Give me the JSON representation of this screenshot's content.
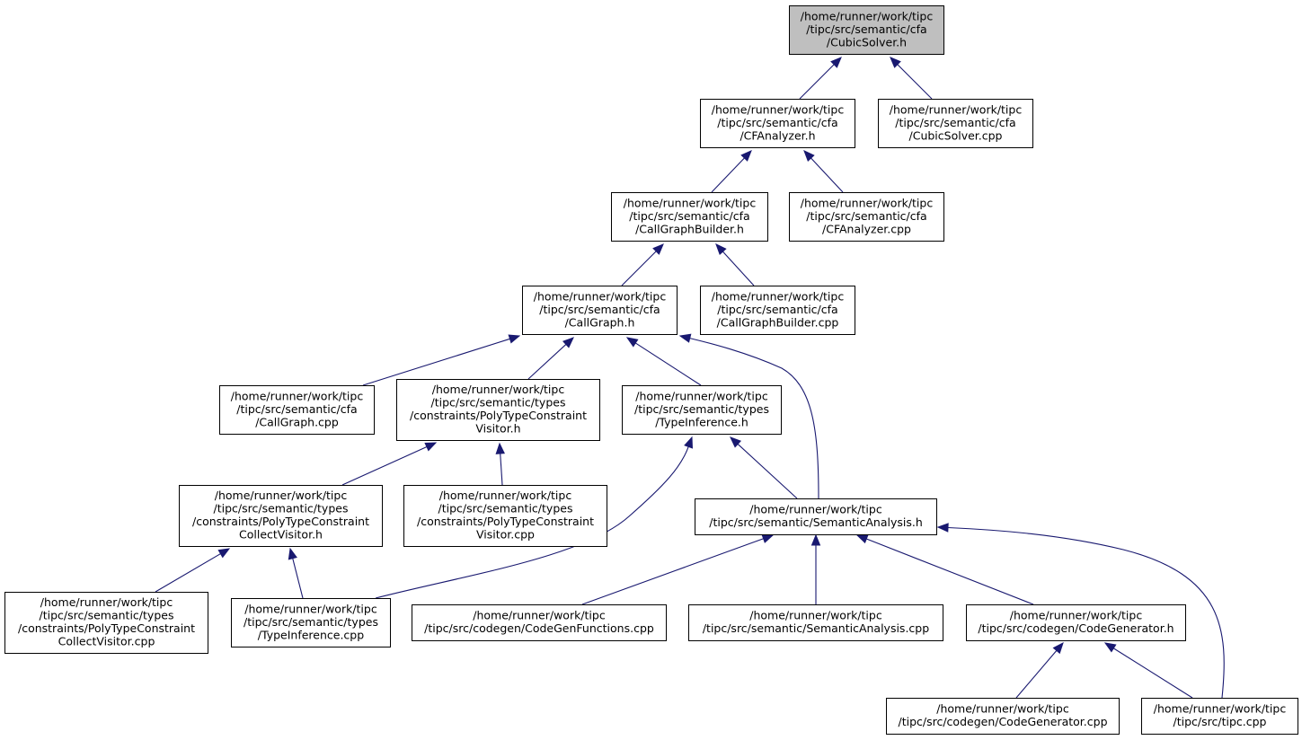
{
  "colors": {
    "edge": "#191970",
    "node_fill": "#ffffff",
    "root_fill": "#bfbfbf",
    "node_border": "#000000"
  },
  "nodes": [
    {
      "id": "cubicsolver_h",
      "lines": [
        "/home/runner/work/tipc",
        "/tipc/src/semantic/cfa",
        "/CubicSolver.h"
      ],
      "root": true
    },
    {
      "id": "cfanalyzer_h",
      "lines": [
        "/home/runner/work/tipc",
        "/tipc/src/semantic/cfa",
        "/CFAnalyzer.h"
      ]
    },
    {
      "id": "cubicsolver_cpp",
      "lines": [
        "/home/runner/work/tipc",
        "/tipc/src/semantic/cfa",
        "/CubicSolver.cpp"
      ]
    },
    {
      "id": "callgraphbuilder_h",
      "lines": [
        "/home/runner/work/tipc",
        "/tipc/src/semantic/cfa",
        "/CallGraphBuilder.h"
      ]
    },
    {
      "id": "cfanalyzer_cpp",
      "lines": [
        "/home/runner/work/tipc",
        "/tipc/src/semantic/cfa",
        "/CFAnalyzer.cpp"
      ]
    },
    {
      "id": "callgraph_h",
      "lines": [
        "/home/runner/work/tipc",
        "/tipc/src/semantic/cfa",
        "/CallGraph.h"
      ]
    },
    {
      "id": "callgraphbuilder_cpp",
      "lines": [
        "/home/runner/work/tipc",
        "/tipc/src/semantic/cfa",
        "/CallGraphBuilder.cpp"
      ]
    },
    {
      "id": "callgraph_cpp",
      "lines": [
        "/home/runner/work/tipc",
        "/tipc/src/semantic/cfa",
        "/CallGraph.cpp"
      ]
    },
    {
      "id": "polytypeconstraintvisitor_h",
      "lines": [
        "/home/runner/work/tipc",
        "/tipc/src/semantic/types",
        "/constraints/PolyTypeConstraint",
        "Visitor.h"
      ]
    },
    {
      "id": "typeinference_h",
      "lines": [
        "/home/runner/work/tipc",
        "/tipc/src/semantic/types",
        "/TypeInference.h"
      ]
    },
    {
      "id": "polytypeconstraintcollectvisitor_h",
      "lines": [
        "/home/runner/work/tipc",
        "/tipc/src/semantic/types",
        "/constraints/PolyTypeConstraint",
        "CollectVisitor.h"
      ]
    },
    {
      "id": "polytypeconstraintvisitor_cpp",
      "lines": [
        "/home/runner/work/tipc",
        "/tipc/src/semantic/types",
        "/constraints/PolyTypeConstraint",
        "Visitor.cpp"
      ]
    },
    {
      "id": "semanticanalysis_h",
      "lines": [
        "/home/runner/work/tipc",
        "/tipc/src/semantic/SemanticAnalysis.h"
      ]
    },
    {
      "id": "polytypeconstraintcollectvisitor_cpp",
      "lines": [
        "/home/runner/work/tipc",
        "/tipc/src/semantic/types",
        "/constraints/PolyTypeConstraint",
        "CollectVisitor.cpp"
      ]
    },
    {
      "id": "typeinference_cpp",
      "lines": [
        "/home/runner/work/tipc",
        "/tipc/src/semantic/types",
        "/TypeInference.cpp"
      ]
    },
    {
      "id": "codegenfunctions_cpp",
      "lines": [
        "/home/runner/work/tipc",
        "/tipc/src/codegen/CodeGenFunctions.cpp"
      ]
    },
    {
      "id": "semanticanalysis_cpp",
      "lines": [
        "/home/runner/work/tipc",
        "/tipc/src/semantic/SemanticAnalysis.cpp"
      ]
    },
    {
      "id": "codegenerator_h",
      "lines": [
        "/home/runner/work/tipc",
        "/tipc/src/codegen/CodeGenerator.h"
      ]
    },
    {
      "id": "codegenerator_cpp",
      "lines": [
        "/home/runner/work/tipc",
        "/tipc/src/codegen/CodeGenerator.cpp"
      ]
    },
    {
      "id": "tipc_cpp",
      "lines": [
        "/home/runner/work/tipc",
        "/tipc/src/tipc.cpp"
      ]
    }
  ],
  "edges": [
    {
      "from": "cfanalyzer_h",
      "to": "cubicsolver_h"
    },
    {
      "from": "cubicsolver_cpp",
      "to": "cubicsolver_h"
    },
    {
      "from": "callgraphbuilder_h",
      "to": "cfanalyzer_h"
    },
    {
      "from": "cfanalyzer_cpp",
      "to": "cfanalyzer_h"
    },
    {
      "from": "callgraph_h",
      "to": "callgraphbuilder_h"
    },
    {
      "from": "callgraphbuilder_cpp",
      "to": "callgraphbuilder_h"
    },
    {
      "from": "callgraph_cpp",
      "to": "callgraph_h"
    },
    {
      "from": "polytypeconstraintvisitor_h",
      "to": "callgraph_h"
    },
    {
      "from": "typeinference_h",
      "to": "callgraph_h"
    },
    {
      "from": "semanticanalysis_h",
      "to": "callgraph_h"
    },
    {
      "from": "polytypeconstraintcollectvisitor_h",
      "to": "polytypeconstraintvisitor_h"
    },
    {
      "from": "polytypeconstraintvisitor_cpp",
      "to": "polytypeconstraintvisitor_h"
    },
    {
      "from": "typeinference_cpp",
      "to": "typeinference_h"
    },
    {
      "from": "semanticanalysis_h",
      "to": "typeinference_h"
    },
    {
      "from": "polytypeconstraintcollectvisitor_cpp",
      "to": "polytypeconstraintcollectvisitor_h"
    },
    {
      "from": "typeinference_cpp",
      "to": "polytypeconstraintcollectvisitor_h"
    },
    {
      "from": "codegenfunctions_cpp",
      "to": "semanticanalysis_h"
    },
    {
      "from": "semanticanalysis_cpp",
      "to": "semanticanalysis_h"
    },
    {
      "from": "codegenerator_h",
      "to": "semanticanalysis_h"
    },
    {
      "from": "tipc_cpp",
      "to": "semanticanalysis_h"
    },
    {
      "from": "codegenerator_cpp",
      "to": "codegenerator_h"
    },
    {
      "from": "tipc_cpp",
      "to": "codegenerator_h"
    }
  ]
}
